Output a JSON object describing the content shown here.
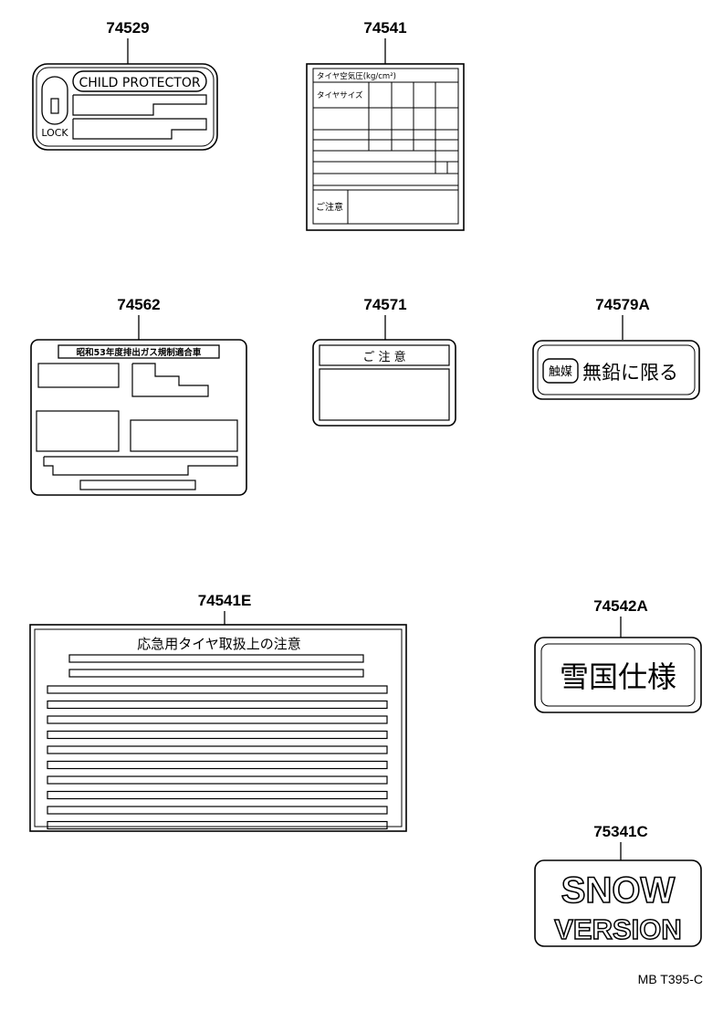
{
  "diagram": {
    "ref_code": "MB T395-C",
    "parts": [
      {
        "part_no": "74529",
        "label_text": "CHILD PROTECTOR",
        "sub_text": "LOCK"
      },
      {
        "part_no": "74541",
        "row1": "タイヤ空気圧(kg/cm²)",
        "row2": "タイヤサイズ",
        "note": "ご注意"
      },
      {
        "part_no": "74562",
        "header": "昭和53年度排出ガス規制適合車"
      },
      {
        "part_no": "74571",
        "header": "ご 注 意"
      },
      {
        "part_no": "74579A",
        "badge": "触媒",
        "text": "無鉛に限る"
      },
      {
        "part_no": "74541E",
        "header": "応急用タイヤ取扱上の注意"
      },
      {
        "part_no": "74542A",
        "text": "雪国仕様"
      },
      {
        "part_no": "75341C",
        "line1": "SNOW",
        "line2": "VERSION"
      }
    ]
  }
}
